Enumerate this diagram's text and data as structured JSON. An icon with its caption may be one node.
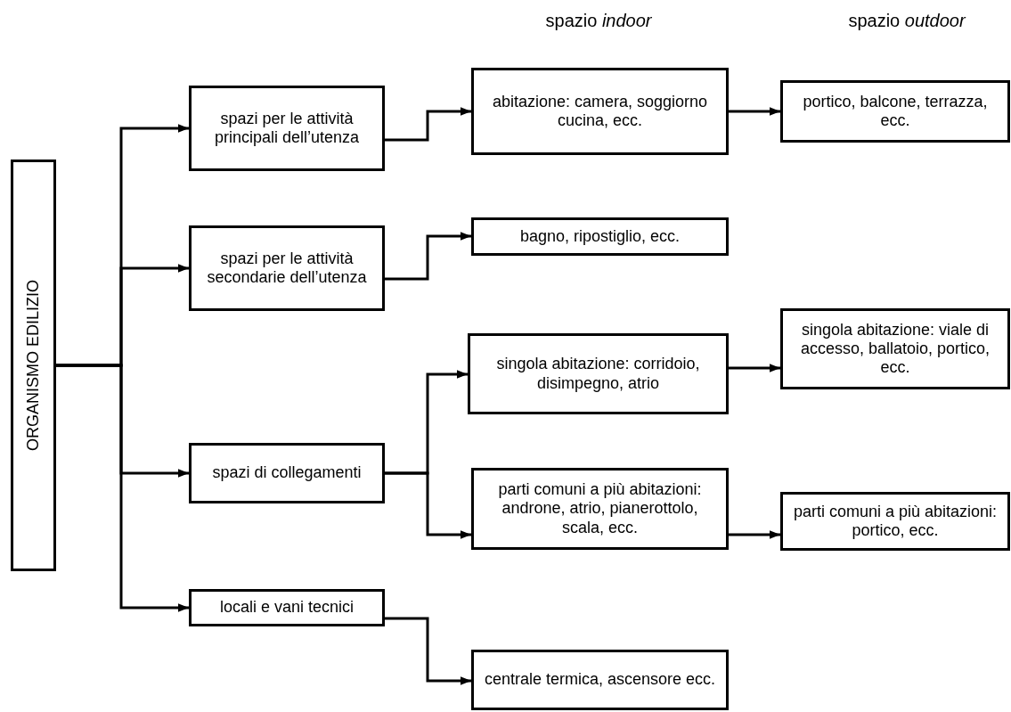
{
  "diagram": {
    "nodes": [
      {
        "text": [
          "ORGANISMO EDILIZIO"
        ]
      },
      {
        "text": [
          "spazi per le attività principali dell’utenza"
        ]
      },
      {
        "text": [
          "spazi per le attività secondarie dell’utenza"
        ]
      },
      {
        "text": [
          "spazi di collegamenti"
        ]
      },
      {
        "text": [
          "locali e vani tecnici"
        ]
      },
      {
        "text": [
          "abitazione: camera, soggiorno cucina, ecc."
        ]
      },
      {
        "text": [
          "bagno, ripostiglio, ecc."
        ]
      },
      {
        "text": [
          "singola abitazione: corridoio, disimpegno, atrio"
        ]
      },
      {
        "text": [
          "parti comuni a più abitazioni: androne, atrio, pianerottolo, scala, ecc."
        ]
      },
      {
        "text": [
          "centrale termica, ascensore ecc."
        ]
      },
      {
        "text": [
          "portico, balcone, terrazza, ecc."
        ]
      },
      {
        "text": [
          "singola abitazione: viale di accesso, ballatoio, portico, ecc."
        ]
      },
      {
        "text": [
          "parti comuni a più abitazioni: portico, ecc."
        ]
      }
    ],
    "edges": [
      {
        "from": 0,
        "to": 1,
        "arrow": "to"
      },
      {
        "from": 0,
        "to": 2,
        "arrow": "to"
      },
      {
        "from": 0,
        "to": 3,
        "arrow": "to"
      },
      {
        "from": 0,
        "to": 4,
        "arrow": "to"
      },
      {
        "from": 1,
        "to": 5,
        "arrow": "to"
      },
      {
        "from": 2,
        "to": 6,
        "arrow": "to"
      },
      {
        "from": 3,
        "to": 7,
        "arrow": "to"
      },
      {
        "from": 3,
        "to": 8,
        "arrow": "to"
      },
      {
        "from": 4,
        "to": 9,
        "arrow": "to"
      },
      {
        "from": 5,
        "to": 10,
        "arrow": "to"
      },
      {
        "from": 7,
        "to": 11,
        "arrow": "to"
      },
      {
        "from": 8,
        "to": 12,
        "arrow": "to"
      }
    ],
    "labels": [
      "spazio *indoor*",
      "spazio *outdoor*"
    ]
  }
}
